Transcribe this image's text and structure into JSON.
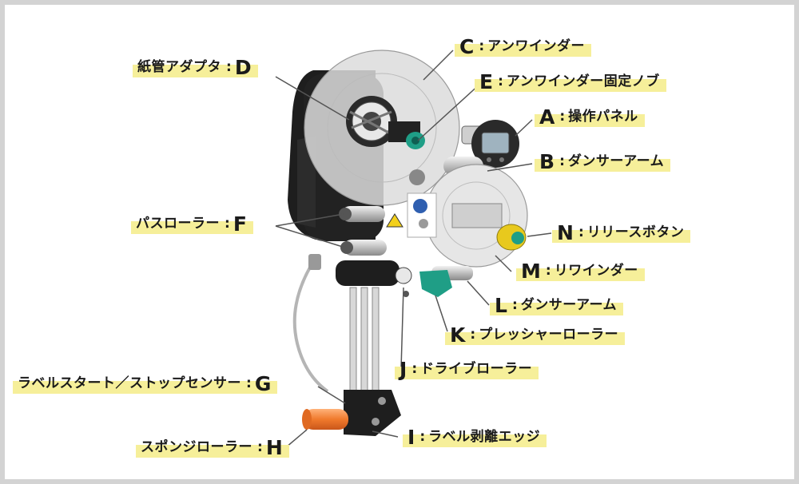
{
  "labels": {
    "A": {
      "letter": "A",
      "text": "操作パネル"
    },
    "B": {
      "letter": "B",
      "text": "ダンサーアーム"
    },
    "C": {
      "letter": "C",
      "text": "アンワインダー"
    },
    "D": {
      "letter": "D",
      "text": "紙管アダプタ"
    },
    "E": {
      "letter": "E",
      "text": "アンワインダー固定ノブ"
    },
    "F": {
      "letter": "F",
      "text": "パスローラー"
    },
    "G": {
      "letter": "G",
      "text": "ラベルスタート／ストップセンサー"
    },
    "H": {
      "letter": "H",
      "text": "スポンジローラー"
    },
    "I": {
      "letter": "I",
      "text": "ラベル剥離エッジ"
    },
    "J": {
      "letter": "J",
      "text": "ドライブローラー"
    },
    "K": {
      "letter": "K",
      "text": "プレッシャーローラー"
    },
    "L": {
      "letter": "L",
      "text": "ダンサーアーム"
    },
    "M": {
      "letter": "M",
      "text": "リワインダー"
    },
    "N": {
      "letter": "N",
      "text": "リリースボタン"
    }
  },
  "colon": ":",
  "colors": {
    "highlight": "#f6ef9a",
    "frame": "#d3d3d3",
    "body": "#1e1e1e",
    "disc": "#dcdcdc",
    "knob_green": "#1f9e86",
    "knob_yellow": "#e8c91d",
    "sponge_roller": "#f07a2c"
  }
}
